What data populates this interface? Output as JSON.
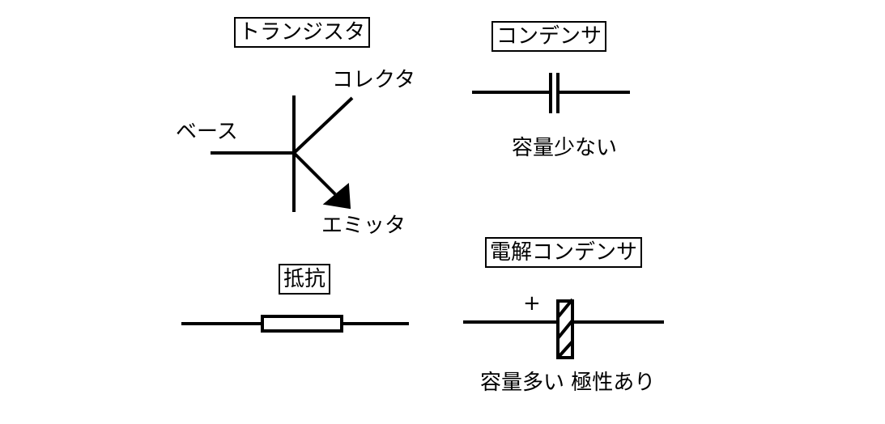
{
  "transistor": {
    "title": "トランジスタ",
    "collector_label": "コレクタ",
    "base_label": "ベース",
    "emitter_label": "エミッタ"
  },
  "capacitor": {
    "title": "コンデンサ",
    "caption": "容量少ない"
  },
  "resistor": {
    "title": "抵抗"
  },
  "electrolytic_capacitor": {
    "title": "電解コンデンサ",
    "plus_label": "+",
    "caption": "容量多い 極性あり"
  },
  "colors": {
    "ink": "#000000",
    "background": "#ffffff"
  }
}
